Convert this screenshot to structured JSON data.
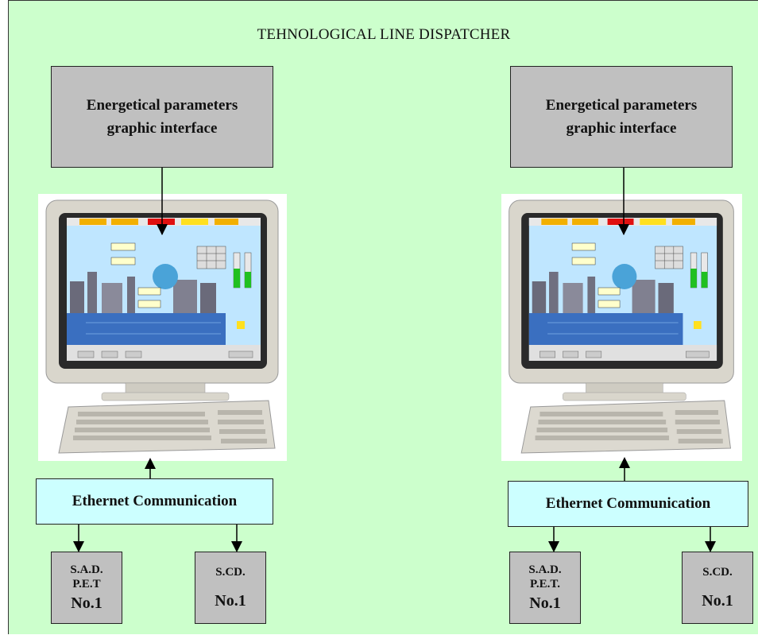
{
  "title": "TEHNOLOGICAL LINE DISPATCHER",
  "left": {
    "interface_box": [
      "Energetical parameters",
      "graphic interface"
    ],
    "ethernet": "Ethernet Communication",
    "sad_box": [
      "S.A.D.",
      "P.E.T",
      "No.1"
    ],
    "scd_box": [
      "S.CD.",
      "No.1"
    ]
  },
  "right": {
    "interface_box": [
      "Energetical parameters",
      "graphic interface"
    ],
    "ethernet": "Ethernet Communication",
    "sad_box": [
      "S.A.D.",
      "P.E.T.",
      "No.1"
    ],
    "scd_box": [
      "S.CD.",
      "No.1"
    ]
  },
  "colors": {
    "background": "#ccffcc",
    "gray_box": "#c0c0c0",
    "ethernet_box": "#ccffff",
    "screen_sky": "#bfe6ff",
    "screen_water": "#3a6fc0"
  }
}
